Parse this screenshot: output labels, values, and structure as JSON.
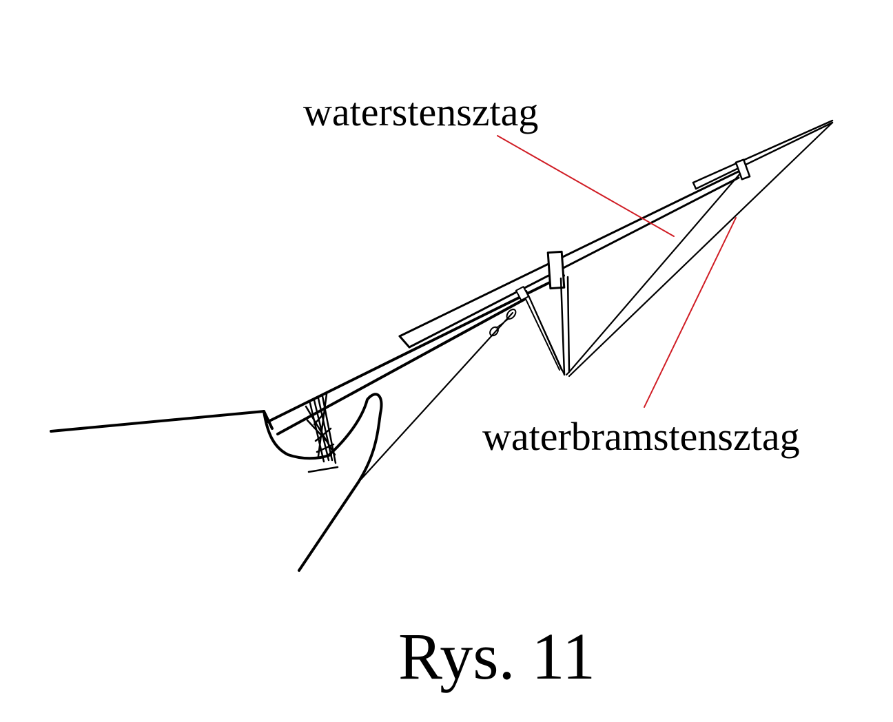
{
  "labels": {
    "top_stay": "waterstensztag",
    "bottom_stay": "waterbramstensztag"
  },
  "caption": "Rys. 11",
  "colors": {
    "ink": "#000000",
    "leader": "#d01c24",
    "background": "#ffffff"
  }
}
